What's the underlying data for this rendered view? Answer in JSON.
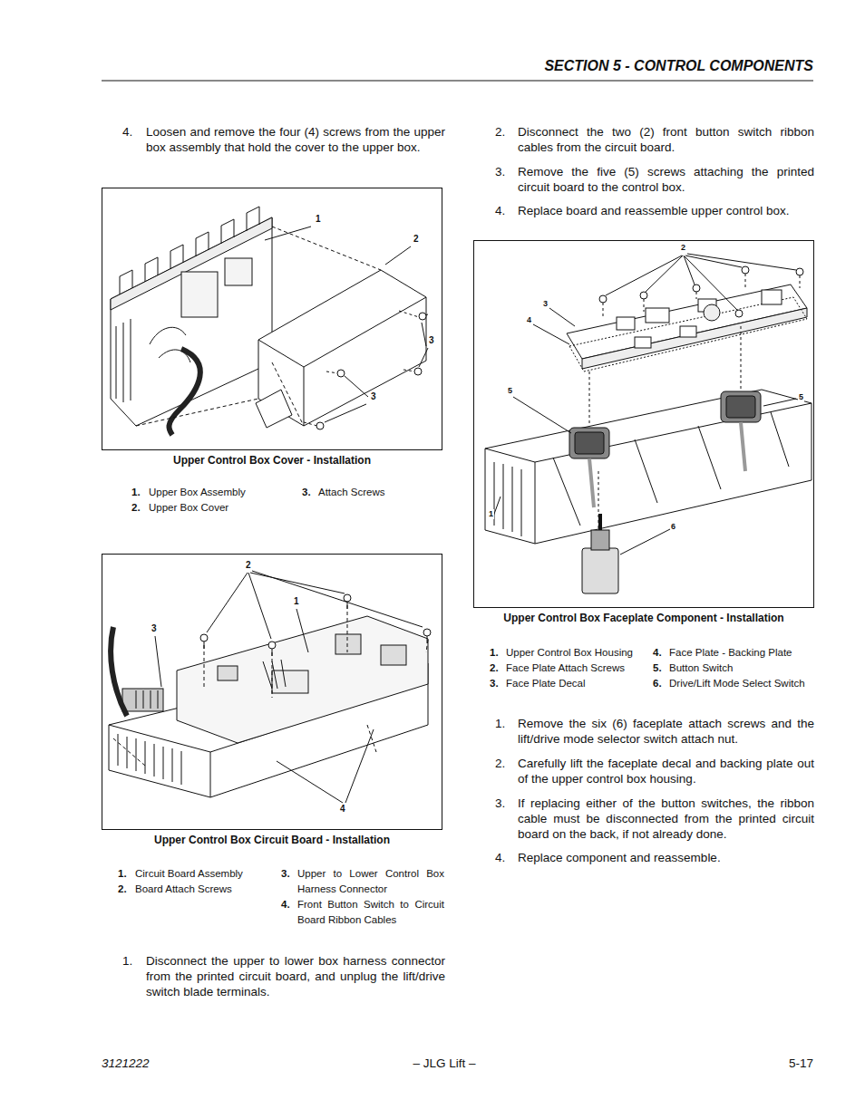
{
  "diagram": {
    "title": "SECTION 5 - CONTROL COMPONENTS",
    "nodes": [
      {
        "text": [
          "Upper Control Box Cover - Installation"
        ]
      },
      {
        "text": [
          "Upper Control Box Circuit Board - Installation"
        ]
      },
      {
        "text": [
          "Upper Control Box Faceplate Component - Installation"
        ]
      }
    ],
    "labels": [
      "4.",
      "Loosen and remove the four (4) screws from the upper box assembly that hold the cover to the upper box.",
      "1",
      "2",
      "3",
      "3",
      "1.",
      "Upper Box Assembly",
      "3.",
      "Attach Screws",
      "2.",
      "Upper Box Cover",
      "2",
      "1",
      "3",
      "4",
      "1.",
      "Circuit Board Assembly",
      "3.",
      "Upper to Lower Control Box Harness Connector",
      "2.",
      "Board Attach Screws",
      "4.",
      "Front Button Switch to Circuit Board Ribbon Cables",
      "1.",
      "Disconnect the upper to lower box harness connector from the printed circuit board, and unplug the lift/drive switch blade terminals.",
      "2.",
      "Disconnect the two (2) front button switch ribbon cables from the circuit board.",
      "3.",
      "Remove the five (5) screws attaching the printed circuit board to the control box.",
      "4.",
      "Replace board and reassemble upper control box.",
      "2",
      "3",
      "4",
      "5",
      "5",
      "1",
      "6",
      "1.",
      "Upper Control Box Housing",
      "4.",
      "Face Plate - Backing Plate",
      "2.",
      "Face Plate Attach Screws",
      "5.",
      "Button Switch",
      "3.",
      "Face Plate Decal",
      "6.",
      "Drive/Lift Mode Select Switch",
      "1.",
      "Remove the six (6) faceplate attach screws and the lift/drive mode selector switch attach nut.",
      "2.",
      "Carefully lift the faceplate decal and backing plate out of the upper control box housing.",
      "3.",
      "If replacing either of the button switches, the ribbon cable must be disconnected from the printed circuit board on the back, if not already done.",
      "4.",
      "Replace component and reassemble.",
      "3121222",
      "– JLG Lift –",
      "5-17"
    ]
  }
}
